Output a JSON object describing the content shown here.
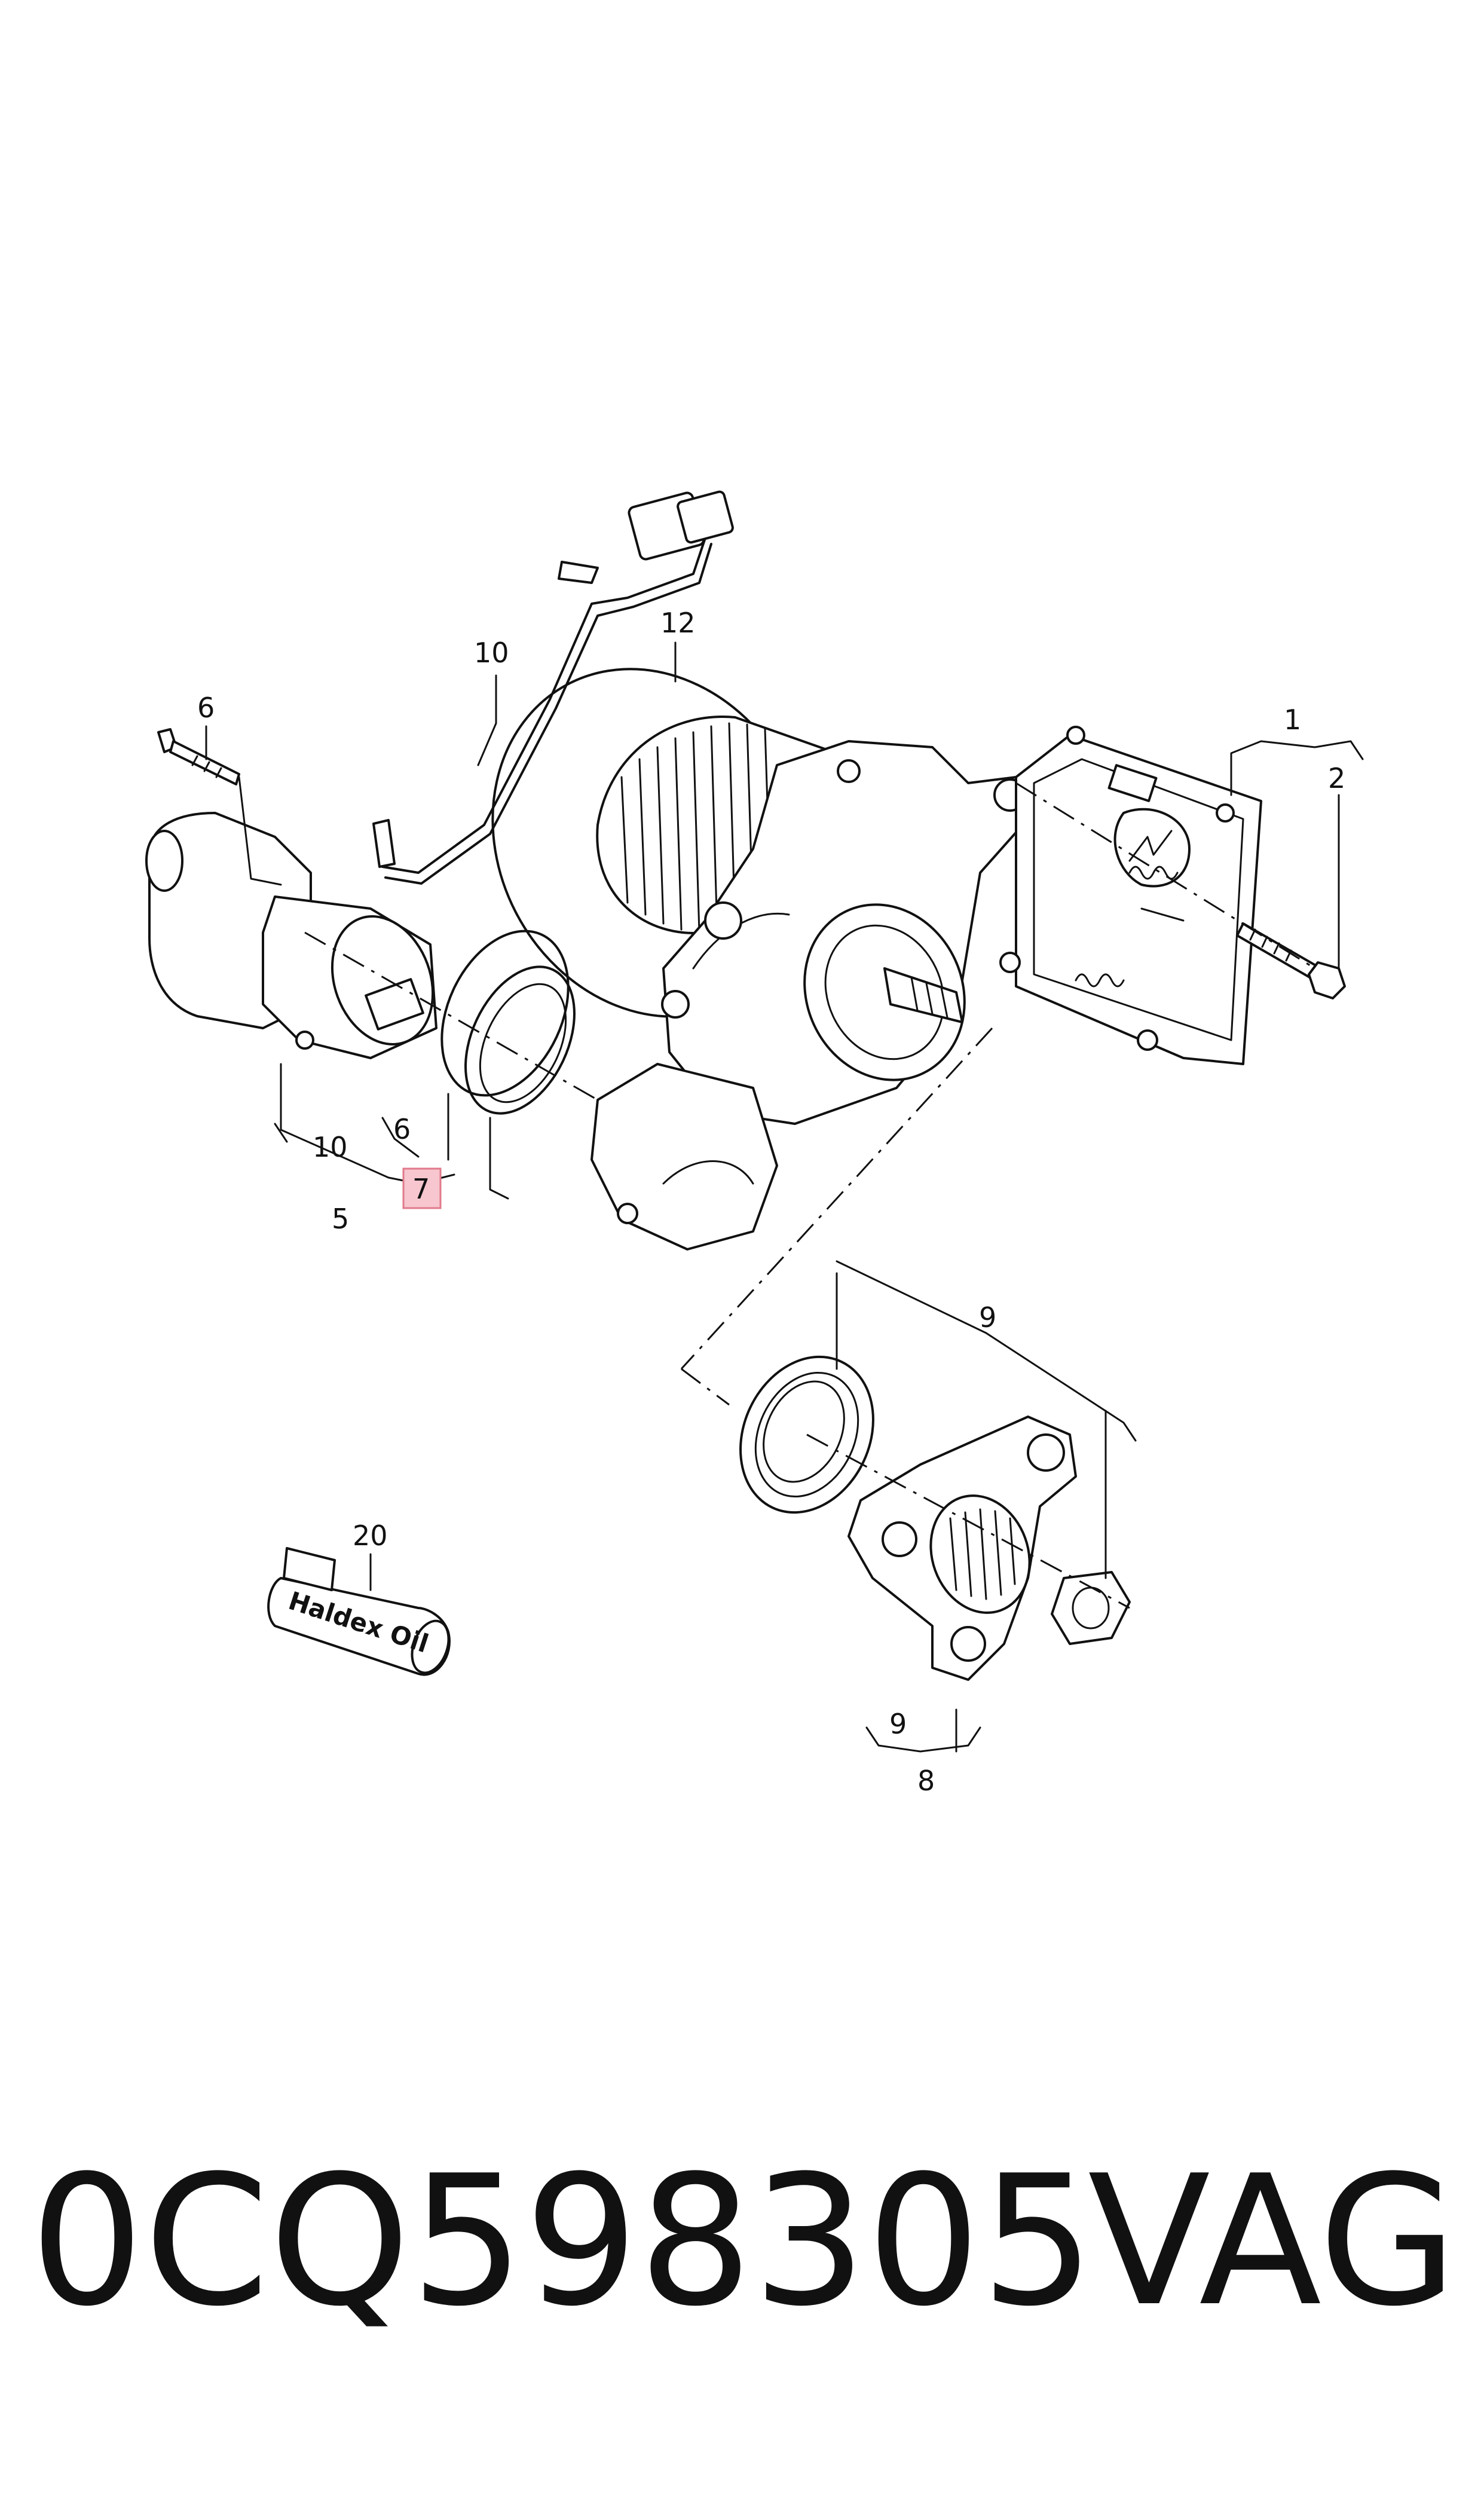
{
  "callouts": {
    "c1": "1",
    "c2": "2",
    "c5": "5",
    "c6_top": "6",
    "c6_bottom": "6",
    "c7": "7",
    "c8": "8",
    "c9_top": "9",
    "c9_bottom": "9",
    "c10_top": "10",
    "c10_bottom": "10",
    "c12": "12",
    "c20": "20"
  },
  "oil_bottle_label": "Haldex Oil",
  "highlight_color": "#f7c6cf",
  "highlight_border": "#e07a8c",
  "footer": {
    "part_number": "0CQ598305",
    "brand": "VAG"
  }
}
